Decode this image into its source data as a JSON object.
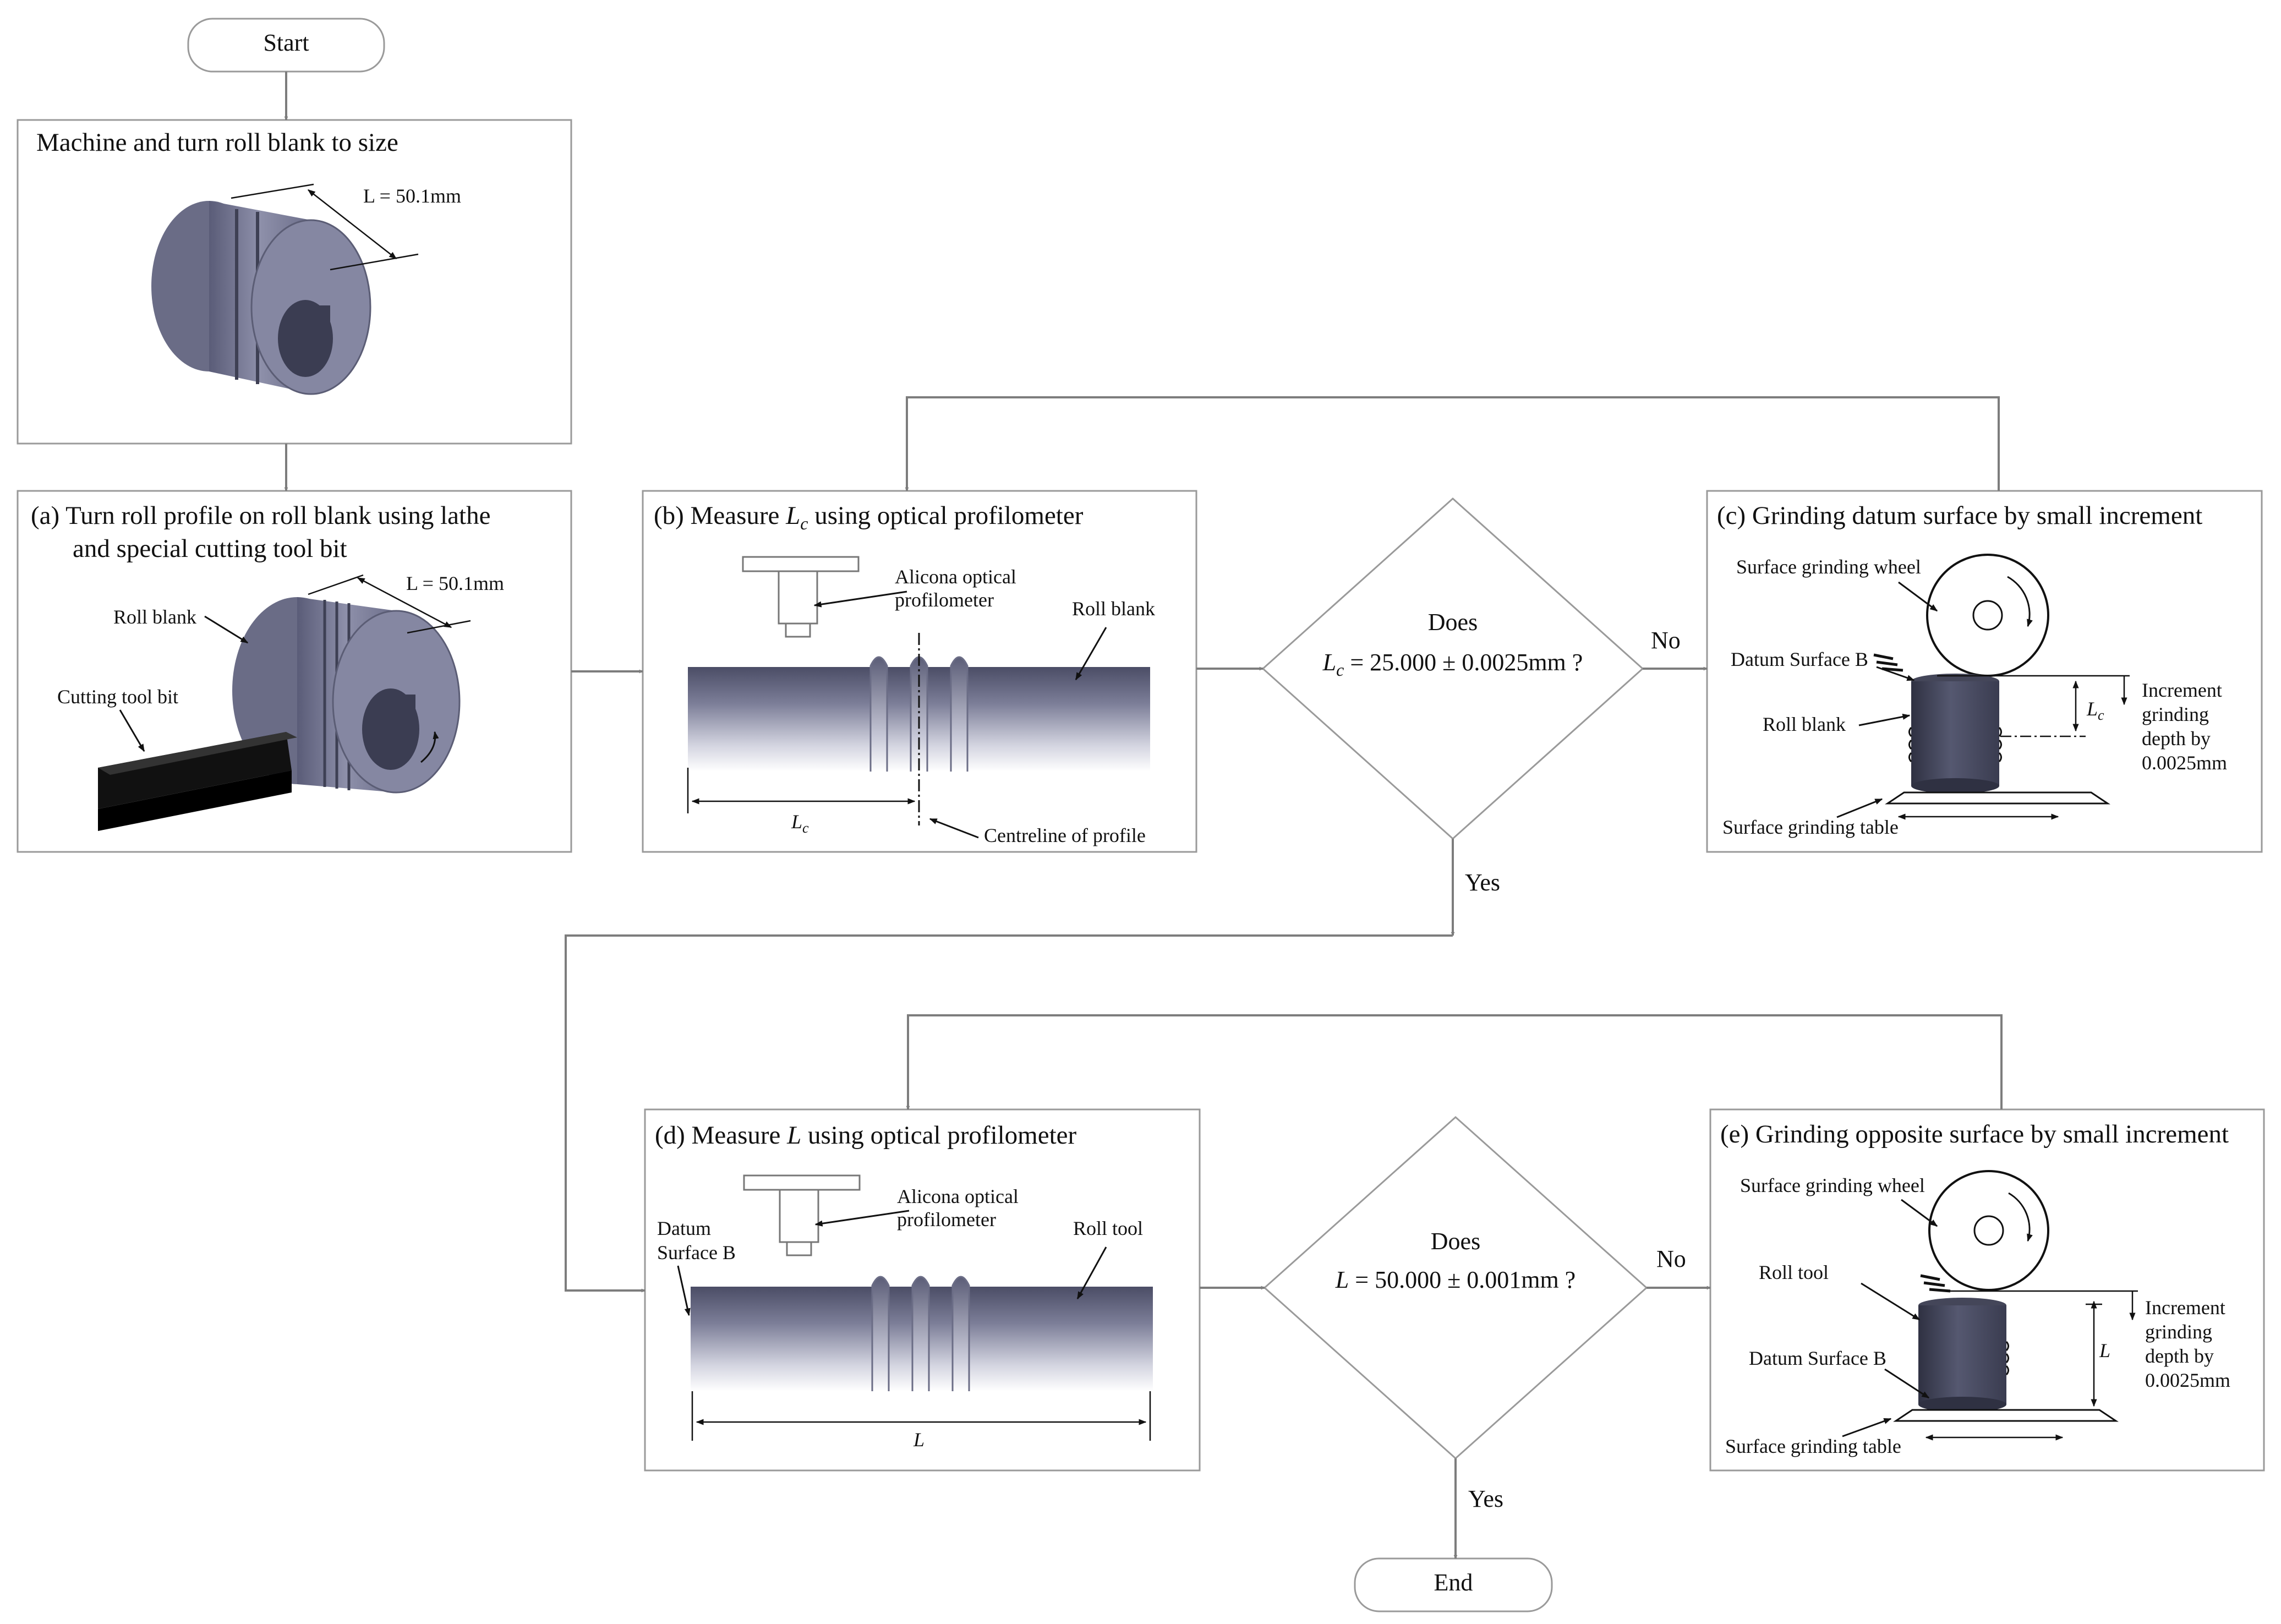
{
  "terminals": {
    "start": "Start",
    "end": "End"
  },
  "step0": {
    "title": "Machine and turn roll blank to size",
    "dim": "L = 50.1mm"
  },
  "stepA": {
    "title_1": "(a)  Turn roll profile on roll blank using lathe",
    "title_2": "and special cutting tool bit",
    "dim": "L = 50.1mm",
    "roll_blank": "Roll blank",
    "cutting_tool": "Cutting tool bit"
  },
  "stepB": {
    "title_prefix": "(b) Measure ",
    "var": "L",
    "sub": "c",
    "title_suffix": " using optical profilometer",
    "profilometer_1": "Alicona optical",
    "profilometer_2": "profilometer",
    "roll_blank": "Roll blank",
    "dim": "L",
    "dim_sub": "c",
    "centreline": "Centreline of profile"
  },
  "decision1": {
    "line1": "Does",
    "var": "L",
    "sub": "c",
    "rest": " = 25.000 ± 0.0025mm ?",
    "no": "No",
    "yes": "Yes"
  },
  "stepC": {
    "title": "(c)  Grinding datum surface by small increment",
    "wheel": "Surface grinding wheel",
    "datum": "Datum Surface B",
    "roll_blank": "Roll blank",
    "table": "Surface grinding table",
    "dim": "L",
    "dim_sub": "c",
    "incr_1": "Increment",
    "incr_2": "grinding",
    "incr_3": "depth by",
    "incr_4": "0.0025mm"
  },
  "stepD": {
    "title_prefix": "(d)  Measure ",
    "var": "L",
    "title_suffix": " using optical profilometer",
    "profilometer_1": "Alicona optical",
    "profilometer_2": "profilometer",
    "datum_1": "Datum",
    "datum_2": "Surface B",
    "roll_tool": "Roll tool",
    "dim": "L"
  },
  "decision2": {
    "line1": "Does",
    "var": "L",
    "rest": " = 50.000 ± 0.001mm ?",
    "no": "No",
    "yes": "Yes"
  },
  "stepE": {
    "title": "(e)  Grinding opposite surface by small increment",
    "wheel": "Surface grinding wheel",
    "roll_tool": "Roll tool",
    "datum": "Datum Surface B",
    "table": "Surface grinding table",
    "dim": "L",
    "incr_1": "Increment",
    "incr_2": "grinding",
    "incr_3": "depth by",
    "incr_4": "0.0025mm"
  }
}
